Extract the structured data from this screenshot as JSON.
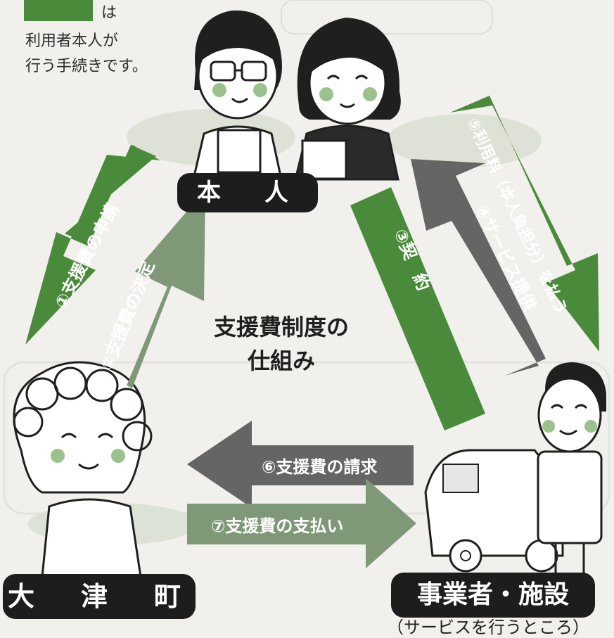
{
  "legend": {
    "suffix": "は",
    "line1": "利用者本人が",
    "line2": "行う手続きです。",
    "swatch_color": "#4a8b3b"
  },
  "nodes": {
    "person": "本　人",
    "town": "大　津　町",
    "provider": "事業者・施設",
    "provider_caption": "（サービスを行うところ）"
  },
  "title": {
    "line1": "支援費制度の",
    "line2": "仕組み"
  },
  "steps": {
    "s1": "①支援費の申請",
    "s2": "②支援費の決定",
    "s3": "③契　約",
    "s4": "④サービス提供",
    "s5": "⑤利用料（本人負担分）を払う",
    "s6": "⑥支援費の請求",
    "s7": "⑦支援費の支払い"
  },
  "colors": {
    "user_step": "#4a8b3b",
    "grey_step": "#656565",
    "light_step": "#7e9878"
  }
}
